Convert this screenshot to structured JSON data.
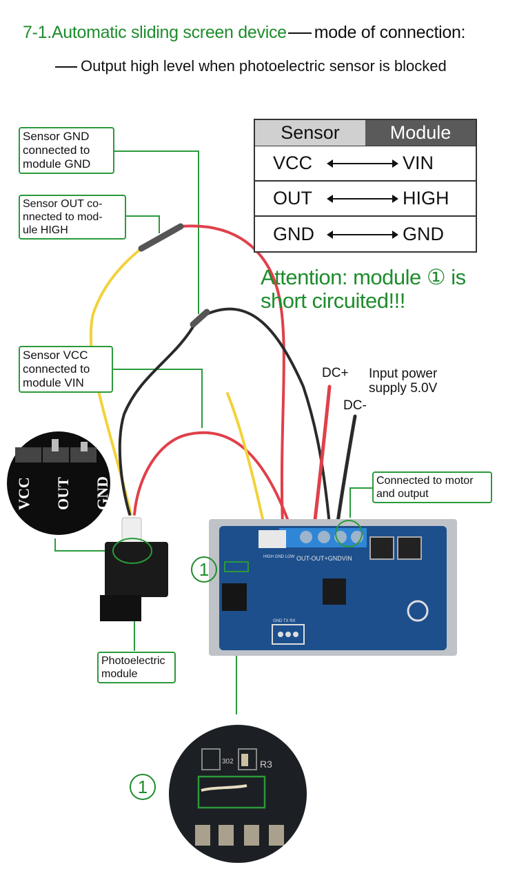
{
  "header": {
    "title_green": "7-1.Automatic sliding screen device",
    "title_black": "mode of connection:",
    "subtitle": "Output high level when photoelectric sensor is blocked"
  },
  "connection_table": {
    "headers": [
      "Sensor",
      "Module"
    ],
    "rows": [
      {
        "sensor": "VCC",
        "module": "VIN"
      },
      {
        "sensor": "OUT",
        "module": "HIGH"
      },
      {
        "sensor": "GND",
        "module": "GND"
      }
    ]
  },
  "callouts": {
    "sensor_gnd": "Sensor GND\nconnected to\nmodule GND",
    "sensor_out": "Sensor OUT co-\nnnected to mod-\nule HIGH",
    "sensor_vcc": "Sensor VCC\nconnected to\nmodule VIN",
    "motor_output": "Connected to motor\nand output",
    "photoelectric": "Photoelectric\nmodule"
  },
  "attention": "Attention: module ① is\nshort circuited!!!",
  "power": {
    "dc_plus": "DC+",
    "dc_minus": "DC-",
    "input_label": "Input power\nsupply 5.0V"
  },
  "markers": {
    "short_marker": "1"
  },
  "sensor_pins": [
    "VCC",
    "OUT",
    "GND"
  ],
  "board_labels": {
    "terminal": "OUT-OUT+GNDVIN",
    "j2_pins": "HIGH GND LOW",
    "j4_pins": "GND TX RX",
    "closeup_part": "302",
    "closeup_r3": "R3"
  },
  "colors": {
    "accent_green": "#1e8c2c",
    "wire_red": "#e0404a",
    "wire_yellow": "#f2d23a",
    "wire_black": "#2a2a2a",
    "pcb_blue": "#1d4f8c"
  }
}
